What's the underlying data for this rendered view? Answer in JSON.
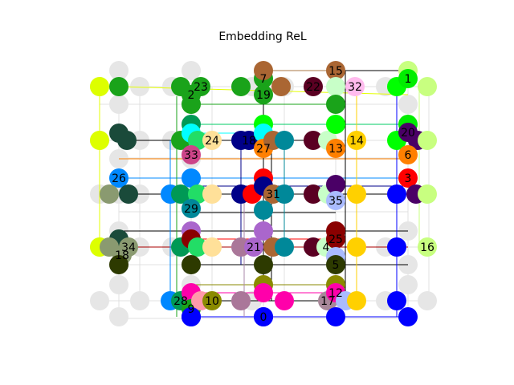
{
  "figure": {
    "title": "Embedding ReL"
  },
  "node_labels": [
    "1",
    "2",
    "3",
    "4",
    "5",
    "6",
    "7",
    "8",
    "9",
    "10",
    "11",
    "12",
    "13",
    "14",
    "15",
    "16",
    "17",
    "18",
    "19",
    "20",
    "21",
    "22",
    "23",
    "24",
    "25",
    "26",
    "27",
    "28",
    "29",
    "30",
    "31",
    "32",
    "33",
    "34",
    "35"
  ],
  "colors": {
    "grid_line": "#e0e0e0",
    "grid_node": "#e6e6e6",
    "edge_dark": "#000000",
    "palette": [
      "#00ee00",
      "#1aa31a",
      "#ff0000",
      "#c8ffc8",
      "#2d3a00",
      "#ff8000",
      "#1aaa1a",
      "#4a0066",
      "#3399aa",
      "#8a8a00",
      "#00bb00",
      "#ffaaee",
      "#0000ff",
      "#ffd000",
      "#aa7744",
      "#c8ff80",
      "#a88899",
      "#8a9a70",
      "#1aaa1a",
      "#00ff00",
      "#aa66cc",
      "#5a0022",
      "#22dd66",
      "#ffe099",
      "#8a0000",
      "#1a4a3a",
      "#008899",
      "#aa66cc",
      "#008899",
      "#000088",
      "#ff0000",
      "#ffbbee",
      "#cc4488",
      "#8a9a70",
      "#aabbff"
    ]
  }
}
